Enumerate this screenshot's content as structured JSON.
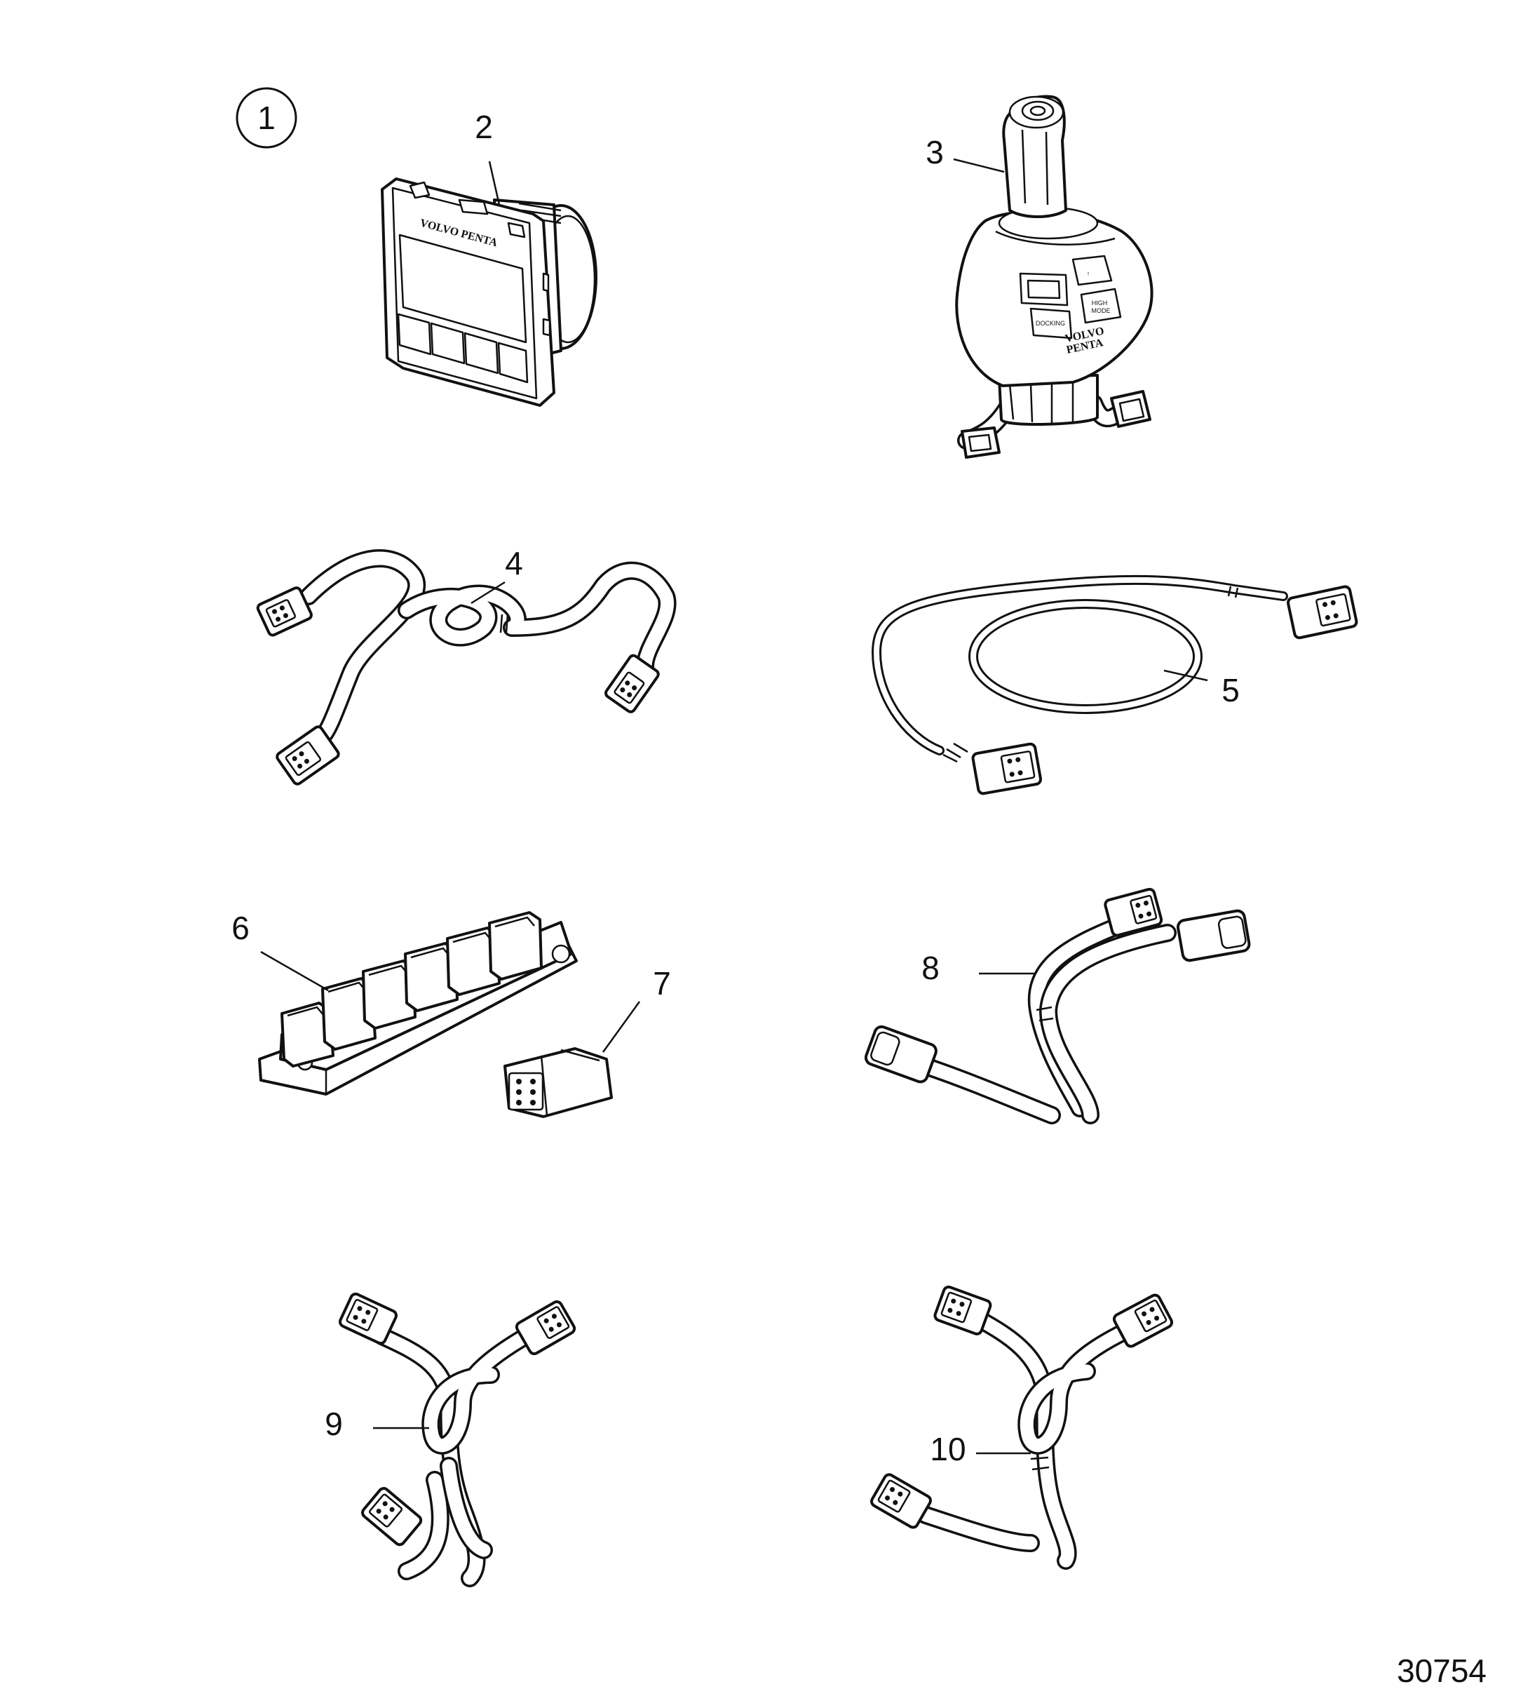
{
  "figure": {
    "group_label": "1",
    "drawing_number": "30754"
  },
  "callouts": [
    {
      "id": "2",
      "text": "2"
    },
    {
      "id": "3",
      "text": "3"
    },
    {
      "id": "4",
      "text": "4"
    },
    {
      "id": "5",
      "text": "5"
    },
    {
      "id": "6",
      "text": "6"
    },
    {
      "id": "7",
      "text": "7"
    },
    {
      "id": "8",
      "text": "8"
    },
    {
      "id": "9",
      "text": "9"
    },
    {
      "id": "10",
      "text": "10"
    }
  ],
  "display": {
    "brand": "VOLVO PENTA"
  },
  "joystick": {
    "brand_line1": "VOLVO",
    "brand_line2": "PENTA",
    "docking_button": "DOCKING",
    "high_mode_line1": "HIGH",
    "high_mode_line2": "MODE",
    "arrow_button": "↑"
  }
}
